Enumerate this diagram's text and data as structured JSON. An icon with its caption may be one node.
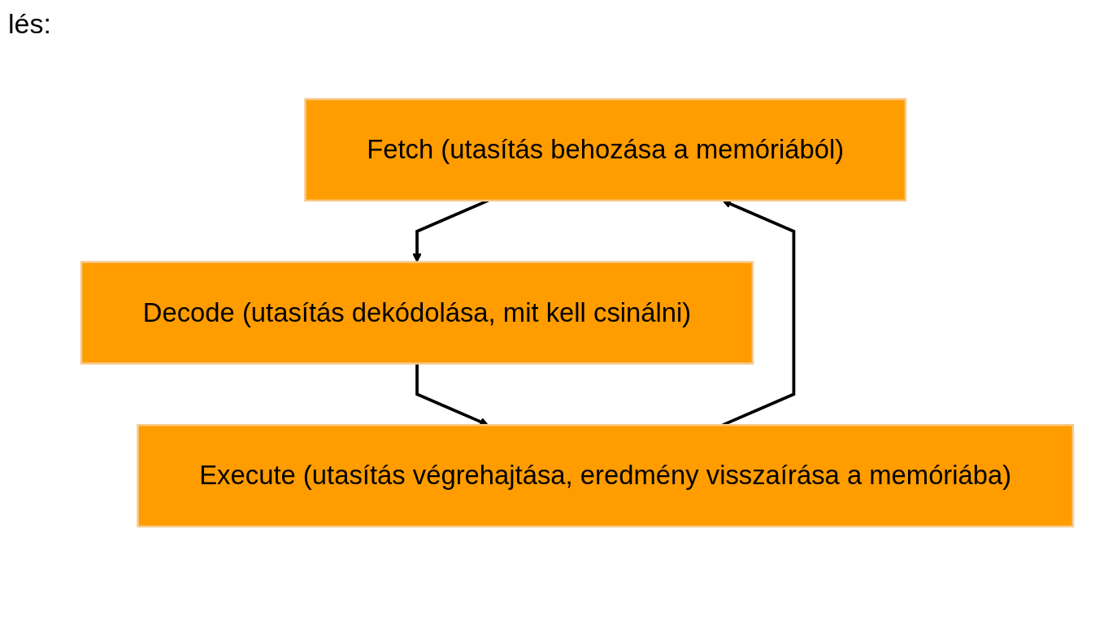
{
  "diagram": {
    "nodes": [
      {
        "text": [
          "Fetch (utasítás behozása a memóriából)"
        ]
      },
      {
        "text": [
          "Decode (utasítás dekódolása, mit kell csinálni)"
        ]
      },
      {
        "text": [
          "Execute (utasítás végrehajtása, eredmény visszaírása a memóriába)"
        ]
      }
    ],
    "edges": [
      {
        "from": 0,
        "to": 1,
        "arrow": "to"
      },
      {
        "from": 1,
        "to": 2,
        "arrow": "to"
      },
      {
        "from": 2,
        "to": 0,
        "arrow": "to"
      }
    ],
    "labels": [
      "lés:"
    ]
  }
}
